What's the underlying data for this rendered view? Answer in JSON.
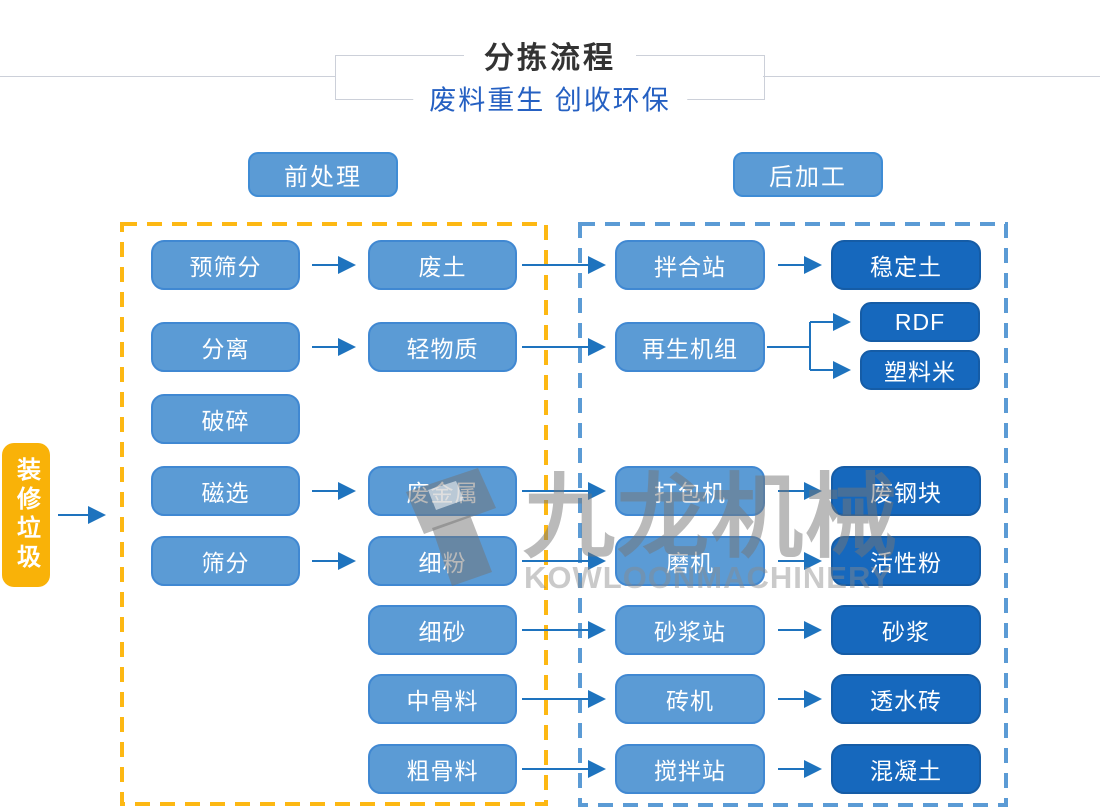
{
  "header": {
    "title": "分拣流程",
    "subtitle": "废料重生 创收环保"
  },
  "sections": {
    "pre_label": "前处理",
    "post_label": "后加工"
  },
  "source_box": {
    "label": "装修垃圾"
  },
  "columns": {
    "process": [
      "预筛分",
      "分离",
      "破碎",
      "磁选",
      "筛分"
    ],
    "material": [
      "废土",
      "轻物质",
      "废金属",
      "细粉",
      "细砂",
      "中骨料",
      "粗骨料"
    ],
    "machine": [
      "拌合站",
      "再生机组",
      "打包机",
      "磨机",
      "砂浆站",
      "砖机",
      "搅拌站"
    ],
    "product": [
      "稳定土",
      "RDF",
      "塑料米",
      "废钢块",
      "活性粉",
      "砂浆",
      "透水砖",
      "混凝土"
    ]
  },
  "watermark": {
    "logo_icon": "kowloon-logo-icon",
    "cn": "九龙机械",
    "en": "KOWLOONMACHINERY"
  },
  "colors": {
    "node_fill": "#5b9bd5",
    "node_border": "#4088d2",
    "product_fill": "#1668bd",
    "product_border": "#155ca6",
    "source_yellow": "#f9b208",
    "dashed_yellow": "#fdb813",
    "dashed_blue": "#5b9bd5",
    "arrow_blue": "#1e73be",
    "subtitle_blue": "#2560c2",
    "title_dark": "#333333",
    "frame_gray": "#ccd0d9"
  }
}
